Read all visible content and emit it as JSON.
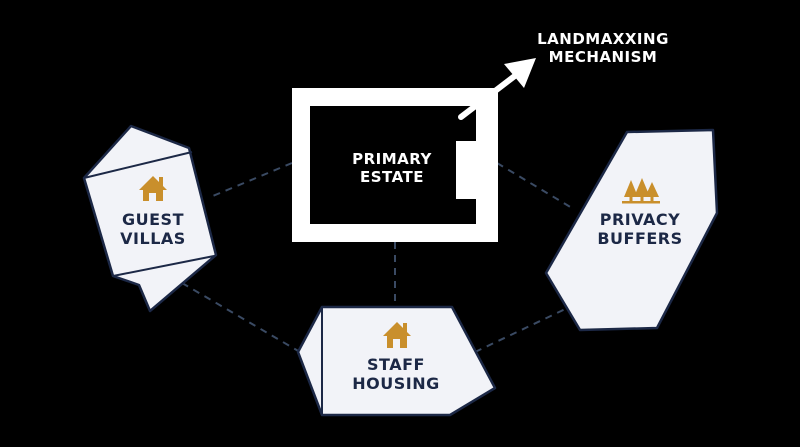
{
  "mechanism": {
    "line1": "LANDMAXXING",
    "line2": "MECHANISM"
  },
  "primary": {
    "line1": "PRIMARY",
    "line2": "ESTATE"
  },
  "guest": {
    "line1": "GUEST",
    "line2": "VILLAS",
    "icon": "house-icon"
  },
  "privacy": {
    "line1": "PRIVACY",
    "line2": "BUFFERS",
    "icon": "trees-icon"
  },
  "staff": {
    "line1": "STAFF",
    "line2": "HOUSING",
    "icon": "house-icon"
  },
  "colors": {
    "background": "#000000",
    "card": "#f2f3f8",
    "outline": "#1c2846",
    "accent": "#c98f2c",
    "connector": "#3a4a63"
  }
}
